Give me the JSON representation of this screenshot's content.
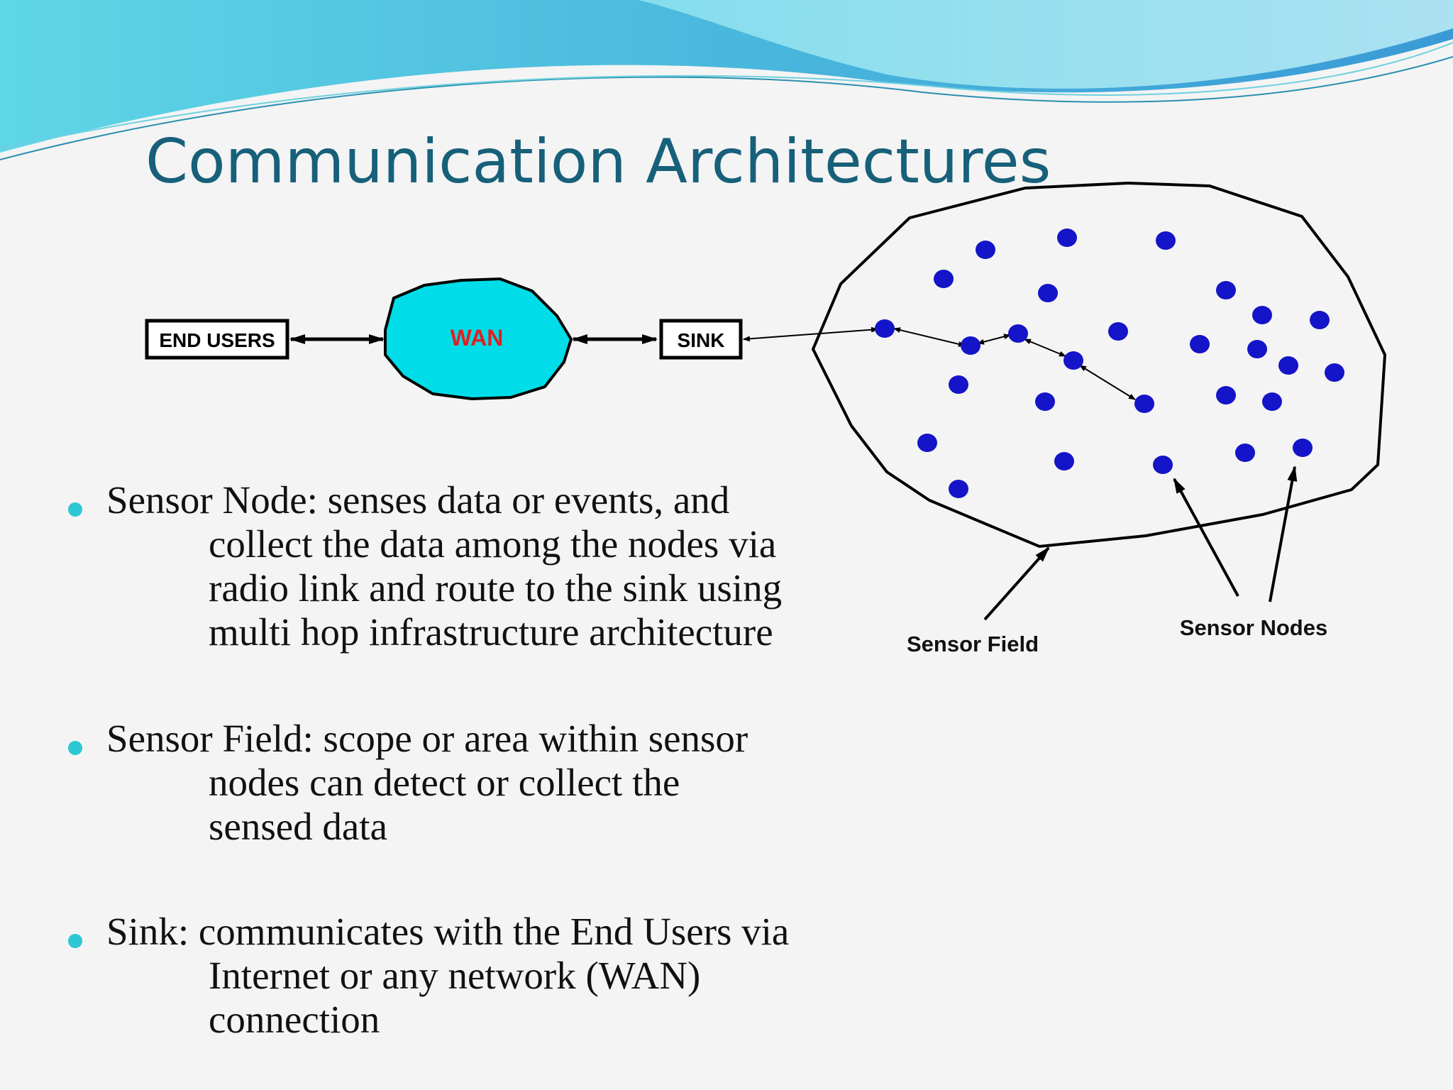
{
  "slide": {
    "title": "Communication Architectures"
  },
  "diagram": {
    "end_users": "END USERS",
    "wan": "WAN",
    "sink": "SINK",
    "sensor_field_label": "Sensor Field",
    "sensor_nodes_label": "Sensor Nodes",
    "colors": {
      "wan_fill": "#00dde8",
      "wan_text": "#e02020",
      "node": "#1414c8",
      "title": "#17607a",
      "bullet": "#2ec7d4"
    }
  },
  "bullets": [
    {
      "lines": [
        "Sensor Node: senses data or events, and",
        "collect the data among the nodes via",
        "radio link and route to the sink using",
        "multi hop infrastructure architecture"
      ]
    },
    {
      "lines": [
        "Sensor Field: scope or area within sensor",
        "nodes can detect or collect the",
        "sensed data"
      ]
    },
    {
      "lines": [
        "Sink: communicates with the End Users via",
        "Internet or any network  (WAN)",
        "connection"
      ]
    }
  ]
}
